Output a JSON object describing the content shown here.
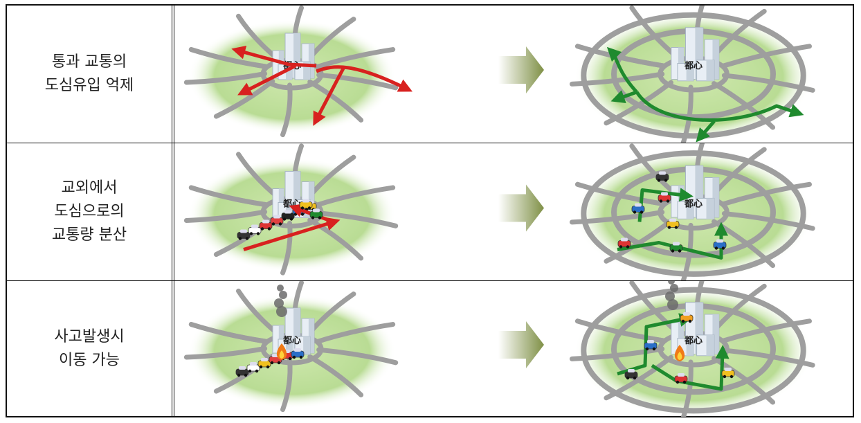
{
  "rows": [
    {
      "lines": [
        "통과 교통의",
        "도심유입 억제"
      ],
      "scene": "through"
    },
    {
      "lines": [
        "교외에서",
        "도심으로의",
        "교통량 분산"
      ],
      "scene": "disperse"
    },
    {
      "lines": [
        "사고발생시",
        "이동 가능"
      ],
      "scene": "accident"
    }
  ],
  "center_label": "都心",
  "colors": {
    "before_route": "#d8211f",
    "after_route": "#1f8a2e",
    "road": "#9e9e9e",
    "ground": "#b9dc94",
    "arrow": "#7f9046"
  }
}
